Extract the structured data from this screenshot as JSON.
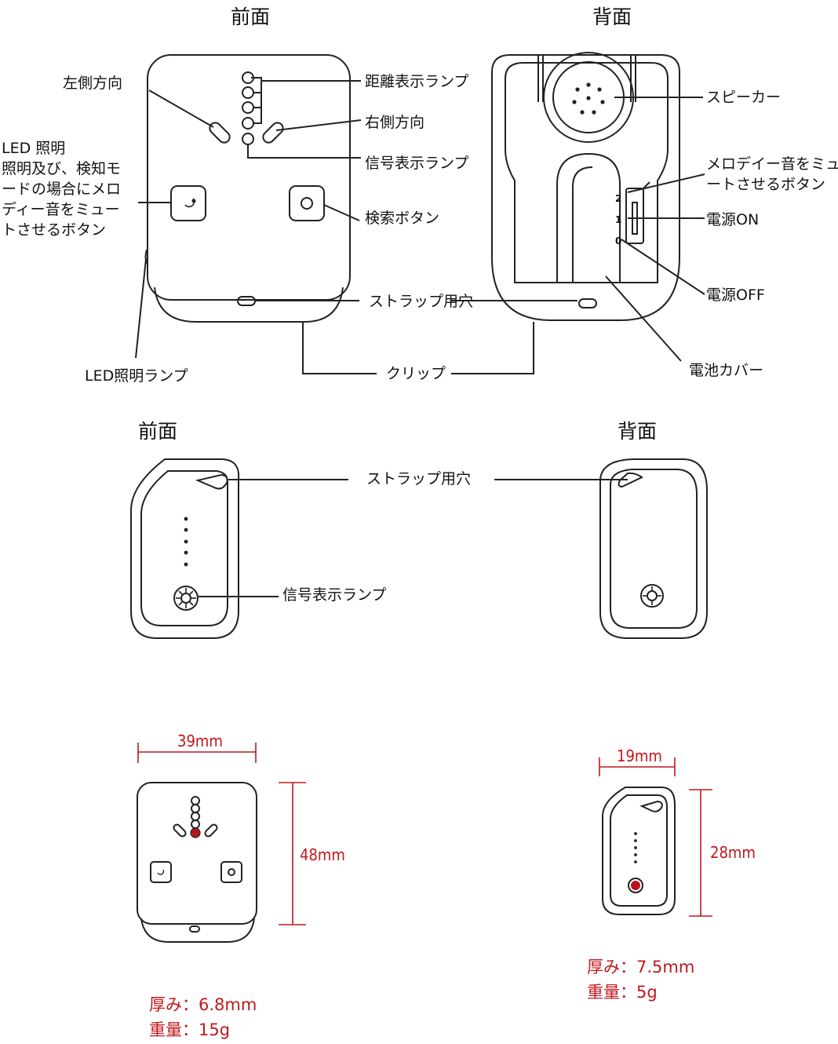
{
  "headings": {
    "main_front": "前面",
    "main_back": "背面",
    "sub_front": "前面",
    "sub_back": "背面"
  },
  "labels": {
    "left_direction": "左側方向",
    "distance_lamp": "距離表示ランプ",
    "right_direction": "右側方向",
    "signal_lamp": "信号表示ランプ",
    "led_lighting": "LED 照明\n照明及び、検知モ\nードの場合にメロ\nディー音をミュー\nトさせるボタン",
    "search_button": "検索ボタン",
    "strap_hole": "ストラップ用穴",
    "clip": "クリップ",
    "led_lamp": "LED照明ランプ",
    "speaker": "スピーカー",
    "mute_button": "メロデイー音をミュ\nートさせるボタン",
    "power_on": "電源ON",
    "power_off": "電源OFF",
    "battery_cover": "電池カバー",
    "strap_hole_2": "ストラップ用穴",
    "signal_lamp_2": "信号表示ランプ",
    "switch_marks": [
      "2",
      "1",
      "0"
    ]
  },
  "dimensions": {
    "main_width": "39mm",
    "main_height": "48mm",
    "tag_width": "19mm",
    "tag_height": "28mm"
  },
  "specs": {
    "main": "厚み：6.8mm\n重量：15g",
    "tag": "厚み：7.5mm\n重量：5g"
  },
  "colors": {
    "line": "#222222",
    "dimension": "#c0181d",
    "signal_red": "#b8141b"
  }
}
